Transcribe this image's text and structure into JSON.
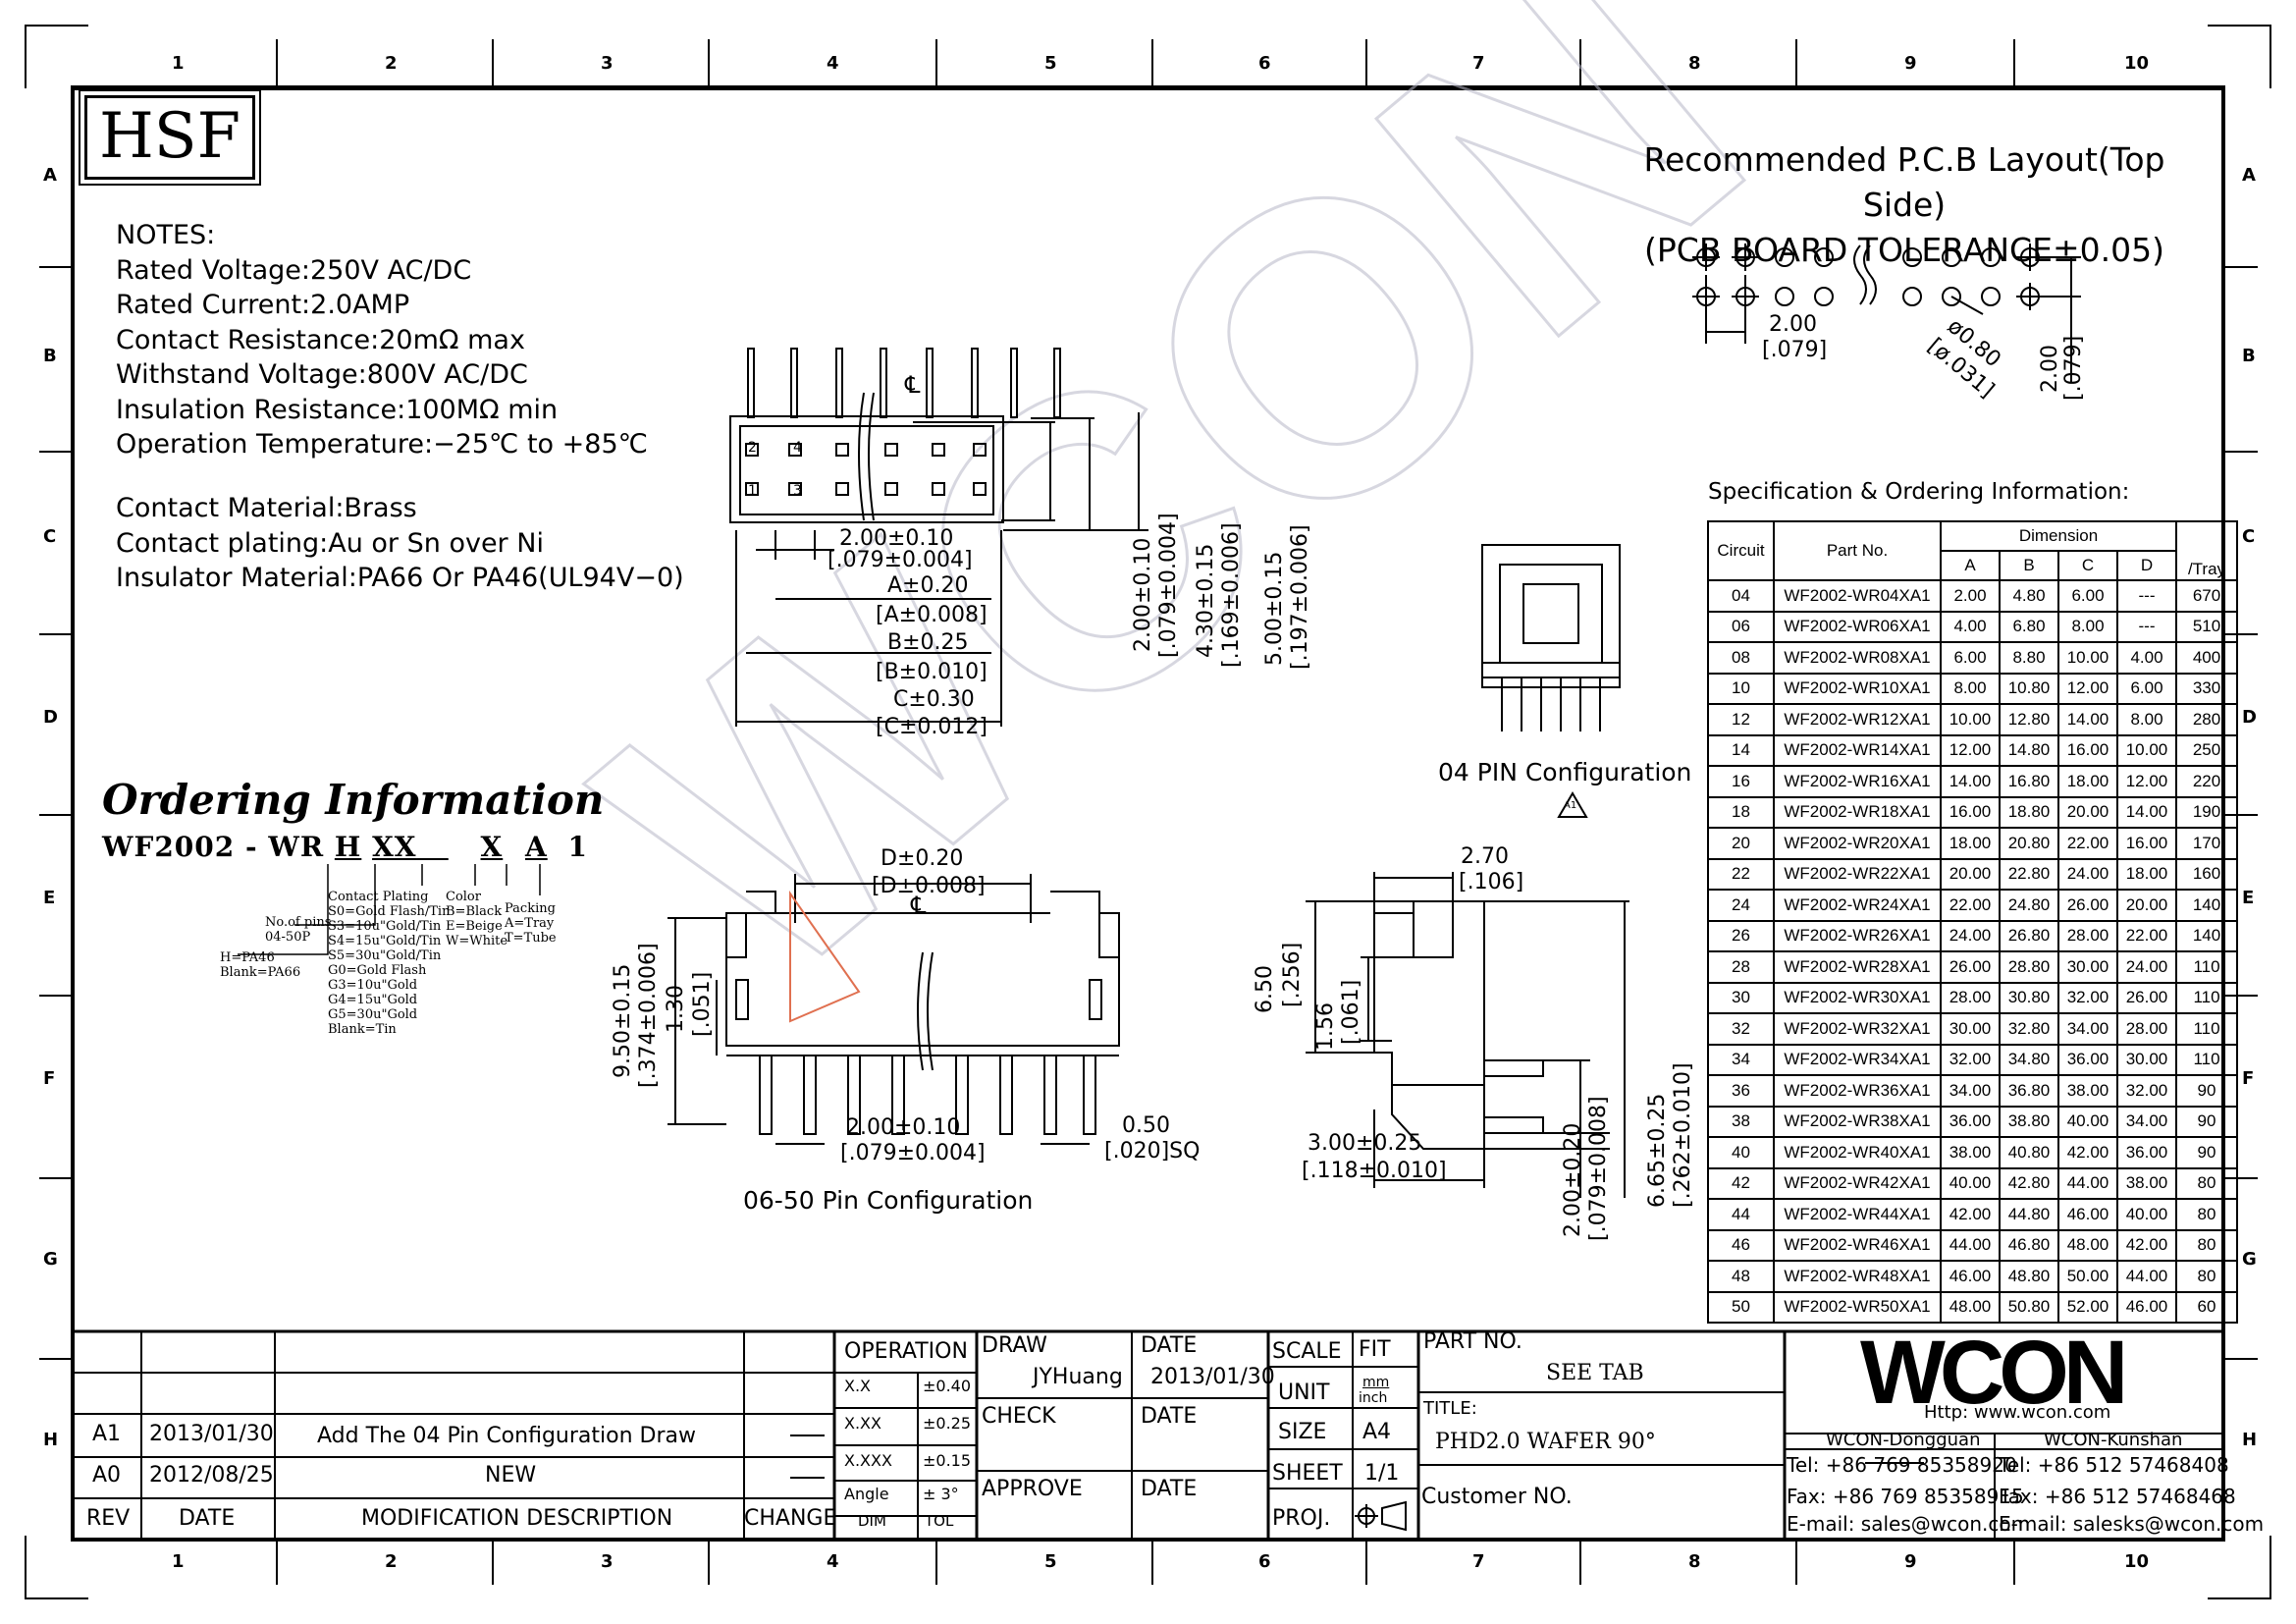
{
  "brand_mark": "HSF",
  "zones": {
    "columns": [
      "1",
      "2",
      "3",
      "4",
      "5",
      "6",
      "7",
      "8",
      "9",
      "10"
    ],
    "rows": [
      "A",
      "B",
      "C",
      "D",
      "E",
      "F",
      "G",
      "H"
    ]
  },
  "notes": [
    "NOTES:",
    "Rated Voltage:250V AC/DC",
    "Rated Current:2.0AMP",
    "Contact Resistance:20mΩ max",
    "Withstand Voltage:800V AC/DC",
    "Insulation Resistance:100MΩ min",
    "Operation Temperature:−25℃ to +85℃",
    "",
    "Contact Material:Brass",
    "Contact plating:Au or Sn over Ni",
    "Insulator Material:PA66 Or PA46(UL94V−0)"
  ],
  "pcb_layout": {
    "title_line1": "Recommended P.C.B Layout(Top Side)",
    "title_line2": "(PCB BOARD TOLERANCE±0.05)",
    "pitch": "2.00",
    "pitch_inch": "[.079]",
    "hole": "ø0.80",
    "hole_inch": "[ø.031]",
    "row_pitch": "2.00",
    "row_pitch_inch": "[.079]"
  },
  "top_view": {
    "pin_labels": [
      "2",
      "4",
      "1",
      "3"
    ],
    "centerline": "℄",
    "dims": [
      "2.00±0.10",
      "[.079±0.004]",
      "A±0.20",
      "[A±0.008]",
      "B±0.25",
      "[B±0.010]",
      "C±0.30",
      "[C±0.012]"
    ],
    "vdims": [
      "2.00±0.10",
      "[.079±0.004]",
      "4.30±0.15",
      "[.169±0.006]",
      "5.00±0.15",
      "[.197±0.006]"
    ]
  },
  "config04": {
    "caption": "04 PIN Configuration",
    "rev_mark": "A1"
  },
  "front_view": {
    "dims": [
      "D±0.20",
      "[D±0.008]",
      "2.00±0.10",
      "[.079±0.004]",
      "0.50",
      "[.020]SQ"
    ],
    "vdims": [
      "9.50±0.15",
      "[.374±0.006]",
      "1.30",
      "[.051]"
    ],
    "caption": "06-50 Pin Configuration"
  },
  "side_view": {
    "dims": [
      "2.70",
      "[.106]",
      "3.00±0.25",
      "[.118±0.010]"
    ],
    "vdims": [
      "6.50",
      "[.256]",
      "1.56",
      "[.061]",
      "2.00±0.20",
      "[.079±0.008]",
      "6.65±0.25",
      "[.262±0.010]"
    ]
  },
  "ordering": {
    "title": "Ordering Information",
    "code_prefix": "WF2002 - WR",
    "code_h": "H",
    "code_xx": "XX",
    "code_x": "X",
    "code_a": "A",
    "code_1": "1",
    "housing": [
      "H=PA46",
      "Blank=PA66"
    ],
    "pins": [
      "No.of pins",
      "04-50P"
    ],
    "plating": [
      "Contact Plating",
      "S0=Gold Flash/Tin",
      "S3=10u\"Gold/Tin",
      "S4=15u\"Gold/Tin",
      "S5=30u\"Gold/Tin",
      "G0=Gold Flash",
      "G3=10u\"Gold",
      "G4=15u\"Gold",
      "G5=30u\"Gold",
      "Blank=Tin"
    ],
    "color": [
      "Color",
      "B=Black",
      "E=Beige",
      "W=White"
    ],
    "packing": [
      "Packing",
      "A=Tray",
      "T=Tube"
    ]
  },
  "spec": {
    "title": "Specification & Ordering Information:",
    "headers": {
      "circuit": "Circuit",
      "part": "Part No.",
      "dimension": "Dimension",
      "a": "A",
      "b": "B",
      "c": "C",
      "d": "D",
      "tray": "/Tray"
    },
    "rows": [
      [
        "04",
        "WF2002-WR04XA1",
        "2.00",
        "4.80",
        "6.00",
        "---",
        "670"
      ],
      [
        "06",
        "WF2002-WR06XA1",
        "4.00",
        "6.80",
        "8.00",
        "---",
        "510"
      ],
      [
        "08",
        "WF2002-WR08XA1",
        "6.00",
        "8.80",
        "10.00",
        "4.00",
        "400"
      ],
      [
        "10",
        "WF2002-WR10XA1",
        "8.00",
        "10.80",
        "12.00",
        "6.00",
        "330"
      ],
      [
        "12",
        "WF2002-WR12XA1",
        "10.00",
        "12.80",
        "14.00",
        "8.00",
        "280"
      ],
      [
        "14",
        "WF2002-WR14XA1",
        "12.00",
        "14.80",
        "16.00",
        "10.00",
        "250"
      ],
      [
        "16",
        "WF2002-WR16XA1",
        "14.00",
        "16.80",
        "18.00",
        "12.00",
        "220"
      ],
      [
        "18",
        "WF2002-WR18XA1",
        "16.00",
        "18.80",
        "20.00",
        "14.00",
        "190"
      ],
      [
        "20",
        "WF2002-WR20XA1",
        "18.00",
        "20.80",
        "22.00",
        "16.00",
        "170"
      ],
      [
        "22",
        "WF2002-WR22XA1",
        "20.00",
        "22.80",
        "24.00",
        "18.00",
        "160"
      ],
      [
        "24",
        "WF2002-WR24XA1",
        "22.00",
        "24.80",
        "26.00",
        "20.00",
        "140"
      ],
      [
        "26",
        "WF2002-WR26XA1",
        "24.00",
        "26.80",
        "28.00",
        "22.00",
        "140"
      ],
      [
        "28",
        "WF2002-WR28XA1",
        "26.00",
        "28.80",
        "30.00",
        "24.00",
        "110"
      ],
      [
        "30",
        "WF2002-WR30XA1",
        "28.00",
        "30.80",
        "32.00",
        "26.00",
        "110"
      ],
      [
        "32",
        "WF2002-WR32XA1",
        "30.00",
        "32.80",
        "34.00",
        "28.00",
        "110"
      ],
      [
        "34",
        "WF2002-WR34XA1",
        "32.00",
        "34.80",
        "36.00",
        "30.00",
        "110"
      ],
      [
        "36",
        "WF2002-WR36XA1",
        "34.00",
        "36.80",
        "38.00",
        "32.00",
        "90"
      ],
      [
        "38",
        "WF2002-WR38XA1",
        "36.00",
        "38.80",
        "40.00",
        "34.00",
        "90"
      ],
      [
        "40",
        "WF2002-WR40XA1",
        "38.00",
        "40.80",
        "42.00",
        "36.00",
        "90"
      ],
      [
        "42",
        "WF2002-WR42XA1",
        "40.00",
        "42.80",
        "44.00",
        "38.00",
        "80"
      ],
      [
        "44",
        "WF2002-WR44XA1",
        "42.00",
        "44.80",
        "46.00",
        "40.00",
        "80"
      ],
      [
        "46",
        "WF2002-WR46XA1",
        "44.00",
        "46.80",
        "48.00",
        "42.00",
        "80"
      ],
      [
        "48",
        "WF2002-WR48XA1",
        "46.00",
        "48.80",
        "50.00",
        "44.00",
        "80"
      ],
      [
        "50",
        "WF2002-WR50XA1",
        "48.00",
        "50.80",
        "52.00",
        "46.00",
        "60"
      ]
    ]
  },
  "title_block": {
    "revisions": [
      {
        "rev": "A1",
        "date": "2013/01/30",
        "desc": "Add The 04 Pin Configuration Draw"
      },
      {
        "rev": "A0",
        "date": "2012/08/25",
        "desc": "NEW"
      }
    ],
    "rev_header": "REV",
    "date_header": "DATE",
    "desc_header": "MODIFICATION DESCRIPTION",
    "change_header": "CHANGE",
    "operation": "OPERATION",
    "tolerances": [
      [
        "X.X",
        "±0.40"
      ],
      [
        "X.XX",
        "±0.25"
      ],
      [
        "X.XXX",
        "±0.15"
      ],
      [
        "Angle",
        "± 3°"
      ]
    ],
    "dim": "DIM",
    "tol": "TOL",
    "draw": "DRAW",
    "drawer": "JYHuang",
    "draw_date_label": "DATE",
    "draw_date": "2013/01/30",
    "check": "CHECK",
    "check_date": "DATE",
    "approve": "APPROVE",
    "approve_date": "DATE",
    "scale": "SCALE",
    "fit": "FIT",
    "unit": "UNIT",
    "unit_val_mm": "mm",
    "unit_val_inch": "inch",
    "size": "SIZE",
    "size_val": "A4",
    "sheet": "SHEET",
    "sheet_val": "1/1",
    "proj": "PROJ.",
    "part_no_label": "PART NO.",
    "part_no": "SEE TAB",
    "title_label": "TITLE:",
    "title": "PHD2.0 WAFER 90°",
    "customer_label": "Customer NO.",
    "logo": "WCON",
    "url": "Http: www.wcon.com",
    "dongguan": {
      "name": "WCON-Dongguan",
      "tel": "Tel: +86 769 85358920",
      "fax": "Fax: +86 769 85358915",
      "email": "E-mail: sales@wcon.com"
    },
    "kunshan": {
      "name": "WCON-Kunshan",
      "tel": "Tel: +86 512 57468408",
      "fax": "Fax: +86 512 57468468",
      "email": "E-mail: salesks@wcon.com"
    }
  },
  "watermark": "WCON"
}
